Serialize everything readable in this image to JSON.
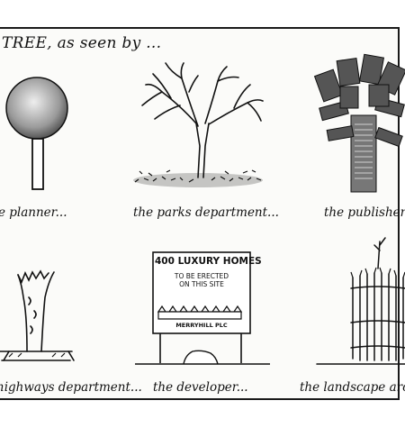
{
  "title": "TREE, as seen by ...",
  "captions": {
    "planner": "e planner...",
    "parks": "the parks department...",
    "publisher": "the publisher",
    "highways": "highways department...",
    "developer": "the developer...",
    "landscape": "the landscape arch"
  },
  "sign": {
    "headline": "400 LUXURY HOMES",
    "sub1": "TO BE ERECTED",
    "sub2": "ON THIS SITE",
    "footer": "MERRYHILL PLC"
  }
}
